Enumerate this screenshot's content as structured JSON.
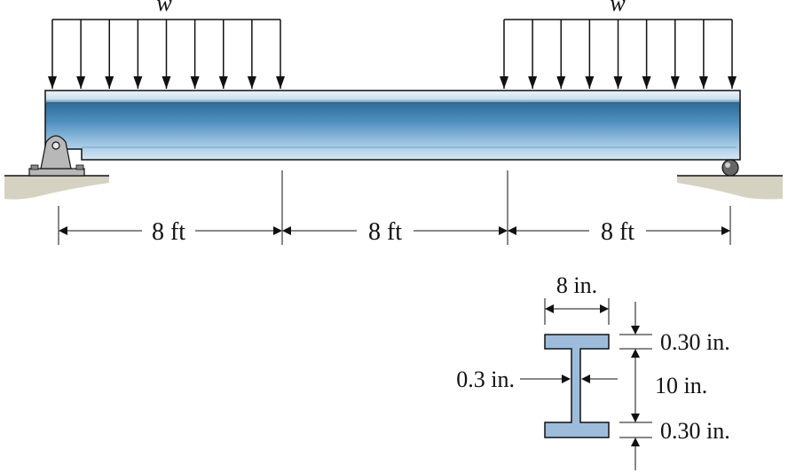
{
  "loads": {
    "left_label": "w",
    "right_label": "w"
  },
  "spans": [
    {
      "label": "8 ft"
    },
    {
      "label": "8 ft"
    },
    {
      "label": "8 ft"
    }
  ],
  "section": {
    "flange_width": "8 in.",
    "web_thickness": "0.3 in.",
    "top_flange_thickness": "0.30 in.",
    "web_height": "10 in.",
    "bottom_flange_thickness": "0.30 in."
  },
  "colors": {
    "beam_dark": "#2f6f9c",
    "beam_light": "#dbeaf5",
    "section_fill": "#9dbcdc",
    "support_fill": "#b8b8b8",
    "ground_fill": "#d6d2c2"
  }
}
